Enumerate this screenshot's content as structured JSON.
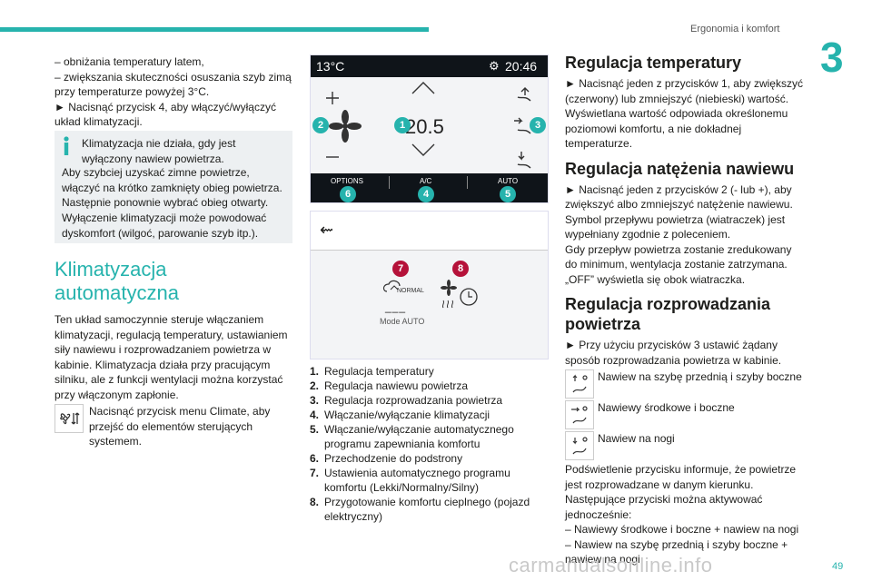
{
  "header": {
    "section": "Ergonomia i komfort",
    "chapter": "3",
    "page": "49"
  },
  "col1": {
    "dash1": "–  obniżania temperatury latem,",
    "dash2": "–  zwiększania skuteczności osuszania szyb zimą przy temperaturze powyżej 3°C.",
    "step": "►  Nacisnąć przycisk 4, aby włączyć/wyłączyć układ klimatyzacji.",
    "info": {
      "l1": "Klimatyzacja nie działa, gdy jest wyłączony nawiew powietrza.",
      "l2": "Aby szybciej uzyskać zimne powietrze, włączyć na krótko zamknięty obieg powietrza. Następnie ponownie wybrać obieg otwarty.",
      "l3": "Wyłączenie klimatyzacji może powodować dyskomfort (wilgoć, parowanie szyb itp.)."
    },
    "section_title": "Klimatyzacja automatyczna",
    "body": "Ten układ samoczynnie steruje włączaniem klimatyzacji, regulacją temperatury, ustawianiem siły nawiewu i rozprowadzaniem powietrza w kabinie. Klimatyzacja działa przy pracującym silniku, ale z funkcji wentylacji można korzystać przy włączonym zapłonie.",
    "climate_text": "Nacisnąć przycisk menu Climate, aby przejść do elementów sterujących systemem."
  },
  "screen1": {
    "outside_temp": "13°C",
    "clock": "20:46",
    "set_temp": "20.5",
    "btn_options": "OPTIONS",
    "btn_ac": "A/C",
    "btn_auto": "AUTO",
    "badges": [
      "1",
      "2",
      "3",
      "4",
      "5",
      "6"
    ]
  },
  "screen2": {
    "normal_label": "NORMAL",
    "mode_label": "Mode AUTO",
    "badges": [
      "7",
      "8"
    ]
  },
  "legend": [
    {
      "n": "1.",
      "t": "Regulacja temperatury"
    },
    {
      "n": "2.",
      "t": "Regulacja nawiewu powietrza"
    },
    {
      "n": "3.",
      "t": "Regulacja rozprowadzania powietrza"
    },
    {
      "n": "4.",
      "t": "Włączanie/wyłączanie klimatyzacji"
    },
    {
      "n": "5.",
      "t": "Włączanie/wyłączanie automatycznego programu zapewniania komfortu"
    },
    {
      "n": "6.",
      "t": "Przechodzenie do podstrony"
    },
    {
      "n": "7.",
      "t": "Ustawienia automatycznego programu komfortu (Lekki/Normalny/Silny)"
    },
    {
      "n": "8.",
      "t": "Przygotowanie komfortu cieplnego (pojazd elektryczny)"
    }
  ],
  "col3": {
    "h_temp": "Regulacja temperatury",
    "p_temp": "►  Nacisnąć jeden z przycisków 1, aby zwiększyć (czerwony) lub zmniejszyć (niebieski) wartość. Wyświetlana wartość odpowiada określonemu poziomowi komfortu, a nie dokładnej temperaturze.",
    "h_flow": "Regulacja natężenia nawiewu",
    "p_flow": "►  Nacisnąć jeden z przycisków 2 (- lub +), aby zwiększyć albo zmniejszyć natężenie nawiewu. Symbol przepływu powietrza (wiatraczek) jest wypełniany zgodnie z poleceniem.",
    "p_flow2": "Gdy przepływ powietrza zostanie zredukowany do minimum, wentylacja zostanie zatrzymana.",
    "p_flow3": "„OFF” wyświetla się obok wiatraczka.",
    "h_dist": "Regulacja rozprowadzania powietrza",
    "p_dist": "►  Przy użyciu przycisków 3 ustawić żądany sposób rozprowadzania powietrza w kabinie.",
    "opt1": "Nawiew na szybę przednią i szyby boczne",
    "opt2": "Nawiewy środkowe i boczne",
    "opt3": "Nawiew na nogi",
    "p_info": "Podświetlenie przycisku informuje, że powietrze jest rozprowadzane w danym kierunku.",
    "p_combo": "Następujące przyciski można aktywować jednocześnie:",
    "c1": "–  Nawiewy środkowe i boczne + nawiew na nogi",
    "c2": "–  Nawiew na szybę przednią i szyby boczne + nawiew na nogi"
  },
  "watermark": "carmanualsonline.info",
  "colors": {
    "accent": "#26b3ad",
    "badge_red": "#b5123a"
  }
}
